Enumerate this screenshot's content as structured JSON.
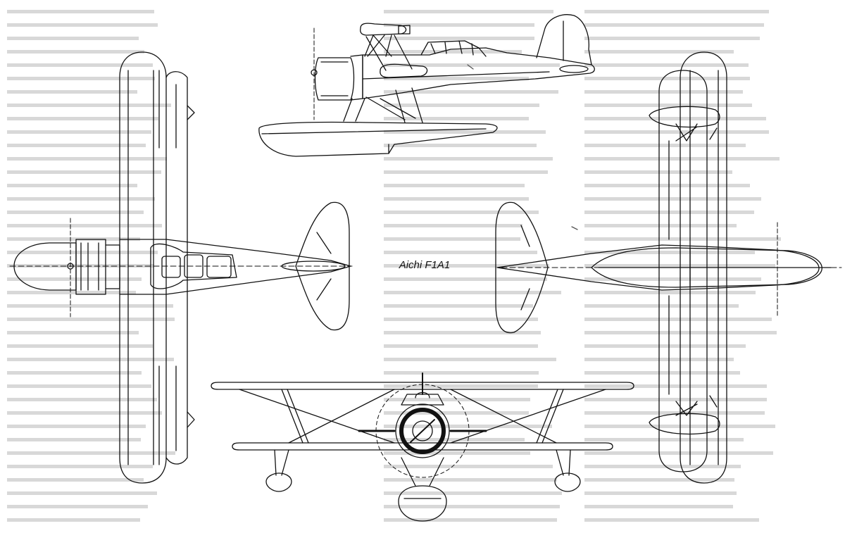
{
  "figure": {
    "caption": "Aichi F1A1",
    "views": [
      "side-view",
      "top-view",
      "bottom-view",
      "front-view"
    ],
    "line_color": "#111111",
    "background": "#ffffff",
    "show_through_text": true
  }
}
